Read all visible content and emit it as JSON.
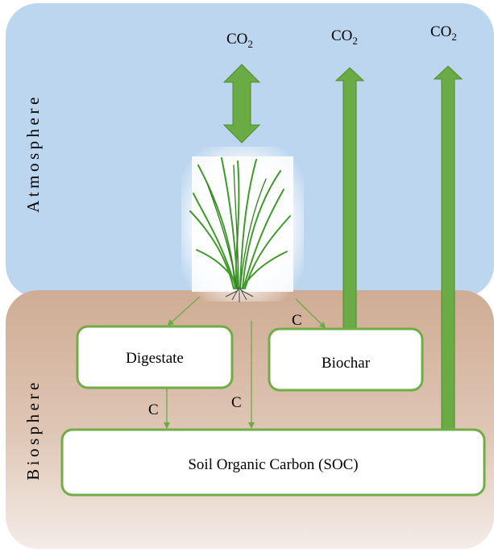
{
  "atmosphere": {
    "label": "Atmosphere"
  },
  "biosphere": {
    "label": "Biosphere"
  },
  "co2": {
    "base": "CO",
    "sub": "2"
  },
  "boxes": {
    "digestate": "Digestate",
    "biochar": "Biochar",
    "soc": "Soil Organic Carbon (SOC)"
  },
  "flows": {
    "biochar_c": "C",
    "digestate_c": "C",
    "direct_c": "C"
  },
  "colors": {
    "atmosphere": "#bcd6ef",
    "biosphere_top": "#d0ad96",
    "biosphere_bottom": "#f2ebe6",
    "arrow_fill": "#6bab45",
    "arrow_stroke": "#4d8c2a",
    "box_stroke": "#70ad47"
  },
  "icons": {
    "plant": "grass-plant-icon"
  }
}
